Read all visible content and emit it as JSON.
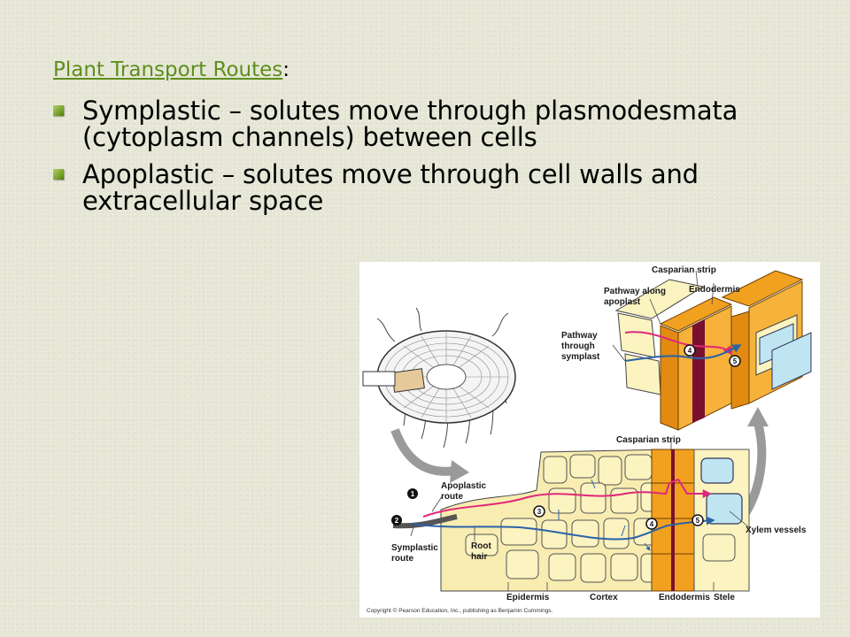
{
  "slide": {
    "title_link": "Plant Transport Routes",
    "title_suffix": ":",
    "bullets": [
      {
        "text": "Symplastic – solutes move through plasmodesmata (cytoplasm channels) between cells"
      },
      {
        "text": "Apoplastic – solutes move through cell walls and extracellular space"
      }
    ]
  },
  "figure": {
    "labels": {
      "casparian_strip_top": "Casparian strip",
      "endodermis_top": "Endodermis",
      "pathway_apoplast_1": "Pathway along",
      "pathway_apoplast_2": "apoplast",
      "pathway_symplast_1": "Pathway",
      "pathway_symplast_2": "through",
      "pathway_symplast_3": "symplast",
      "casparian_strip_mid": "Casparian strip",
      "apoplastic_route_1": "Apoplastic",
      "apoplastic_route_2": "route",
      "symplastic_route_1": "Symplastic",
      "symplastic_route_2": "route",
      "root_hair_1": "Root",
      "root_hair_2": "hair",
      "xylem_vessels": "Xylem vessels",
      "epidermis": "Epidermis",
      "cortex": "Cortex",
      "endodermis_bottom": "Endodermis",
      "stele": "Stele",
      "step_1": "1",
      "step_2": "2",
      "step_3": "3",
      "step_4": "4",
      "step_5": "5",
      "copyright": "Copyright © Pearson Education, Inc., publishing as Benjamin Cummings."
    },
    "colors": {
      "cell_fill": "#fbf3c0",
      "endodermis": "#f2a020",
      "casparian": "#7a1030",
      "apoplast_path": "#e0287a",
      "symplast_path": "#2a63a8",
      "xylem": "#bfe4f2"
    }
  }
}
